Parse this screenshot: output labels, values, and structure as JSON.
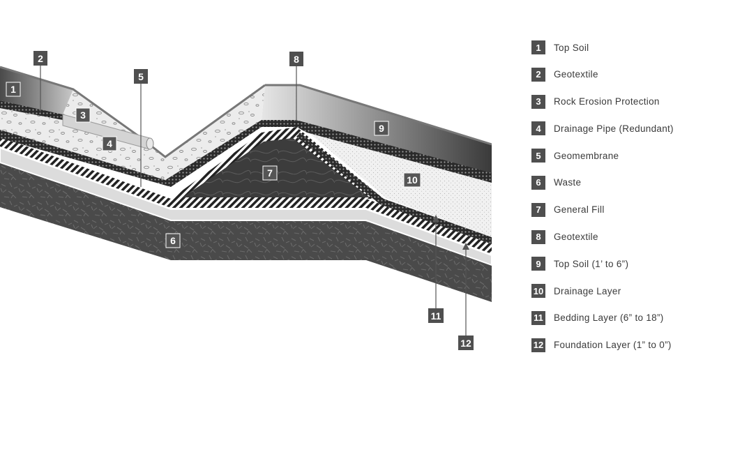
{
  "legend": [
    {
      "num": "1",
      "label": "Top Soil"
    },
    {
      "num": "2",
      "label": "Geotextile"
    },
    {
      "num": "3",
      "label": "Rock Erosion Protection"
    },
    {
      "num": "4",
      "label": "Drainage Pipe (Redundant)"
    },
    {
      "num": "5",
      "label": "Geomembrane"
    },
    {
      "num": "6",
      "label": "Waste"
    },
    {
      "num": "7",
      "label": "General Fill"
    },
    {
      "num": "8",
      "label": "Geotextile"
    },
    {
      "num": "9",
      "label": "Top Soil (1’ to 6”)"
    },
    {
      "num": "10",
      "label": "Drainage Layer"
    },
    {
      "num": "11",
      "label": "Bedding Layer (6” to 18”)"
    },
    {
      "num": "12",
      "label": "Foundation Layer (1” to 0”)"
    }
  ],
  "diagram_labels": {
    "l1": "1",
    "l2": "2",
    "l3": "3",
    "l4": "4",
    "l5": "5",
    "l6": "6",
    "l7": "7",
    "l8": "8",
    "l9": "9",
    "l10": "10",
    "l11": "11",
    "l12": "12"
  },
  "colors": {
    "badge": "#4f4f4f",
    "waste": "#4a4a4a",
    "topsoil": "#5a5a5a",
    "fill": "#3c3c3c"
  }
}
